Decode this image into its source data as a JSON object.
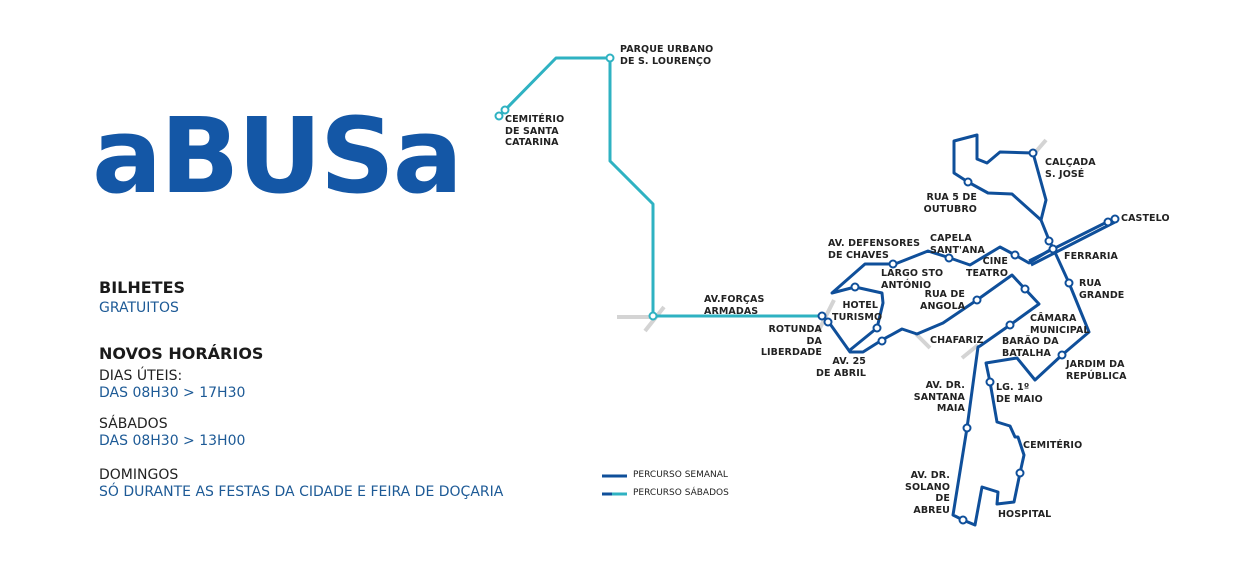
{
  "logo": "aBUSa",
  "tickets": {
    "heading": "BILHETES",
    "value": "GRATUITOS"
  },
  "schedule": {
    "heading": "NOVOS HORÁRIOS",
    "weekdays": {
      "label": "DIAS ÚTEIS:",
      "value": "DAS 08H30 > 17H30"
    },
    "saturdays": {
      "label": "SÁBADOS",
      "value": "DAS 08H30 > 13H00"
    },
    "sundays": {
      "label": "DOMINGOS",
      "value": "SÓ DURANTE AS FESTAS DA CIDADE E FEIRA DE DOÇARIA"
    }
  },
  "legend": {
    "weekly": "PERCURSO SEMANAL",
    "saturday": "PERCURSO SÁBADOS"
  },
  "colors": {
    "weekly": "#0f4f9a",
    "saturday": "#2fb2c2",
    "logo": "#1457a6",
    "roads": "#d4d4d4"
  },
  "stops": {
    "parque": "PARQUE URBANO\nDE S. LOURENÇO",
    "cemiterio_sc": "CEMITÉRIO\nDE SANTA\nCATARINA",
    "forcas": "AV.FORÇAS\nARMADAS",
    "rotunda": "ROTUNDA\nDA LIBERDADE",
    "av25": "AV. 25\nDE ABRIL",
    "hotel": "HOTEL\nTURISMO",
    "defensores": "AV. DEFENSORES\nDE CHAVES",
    "largo": "LARGO STO\nANTÓNIO",
    "capela": "CAPELA\nSANT'ANA",
    "cine": "CINE\nTEATRO",
    "angola": "RUA DE\nANGOLA",
    "chafariz": "CHAFARIZ",
    "camara": "CÂMARA\nMUNICIPAL",
    "barao": "BARÃO DA\nBATALHA",
    "jardim": "JARDIM DA\nREPÚBLICA",
    "rua5": "RUA 5 DE\nOUTUBRO",
    "calcada": "CALÇADA\nS. JOSÉ",
    "castelo": "CASTELO",
    "ferraria": "FERRARIA",
    "ruagrande": "RUA\nGRANDE",
    "santana": "AV. DR.\nSANTANA\nMAIA",
    "lg1maio": "LG. 1º\nDE MAIO",
    "cemiterio": "CEMITÉRIO",
    "solano": "AV. DR.\nSOLANO DE\nABREU",
    "hospital": "HOSPITAL"
  }
}
